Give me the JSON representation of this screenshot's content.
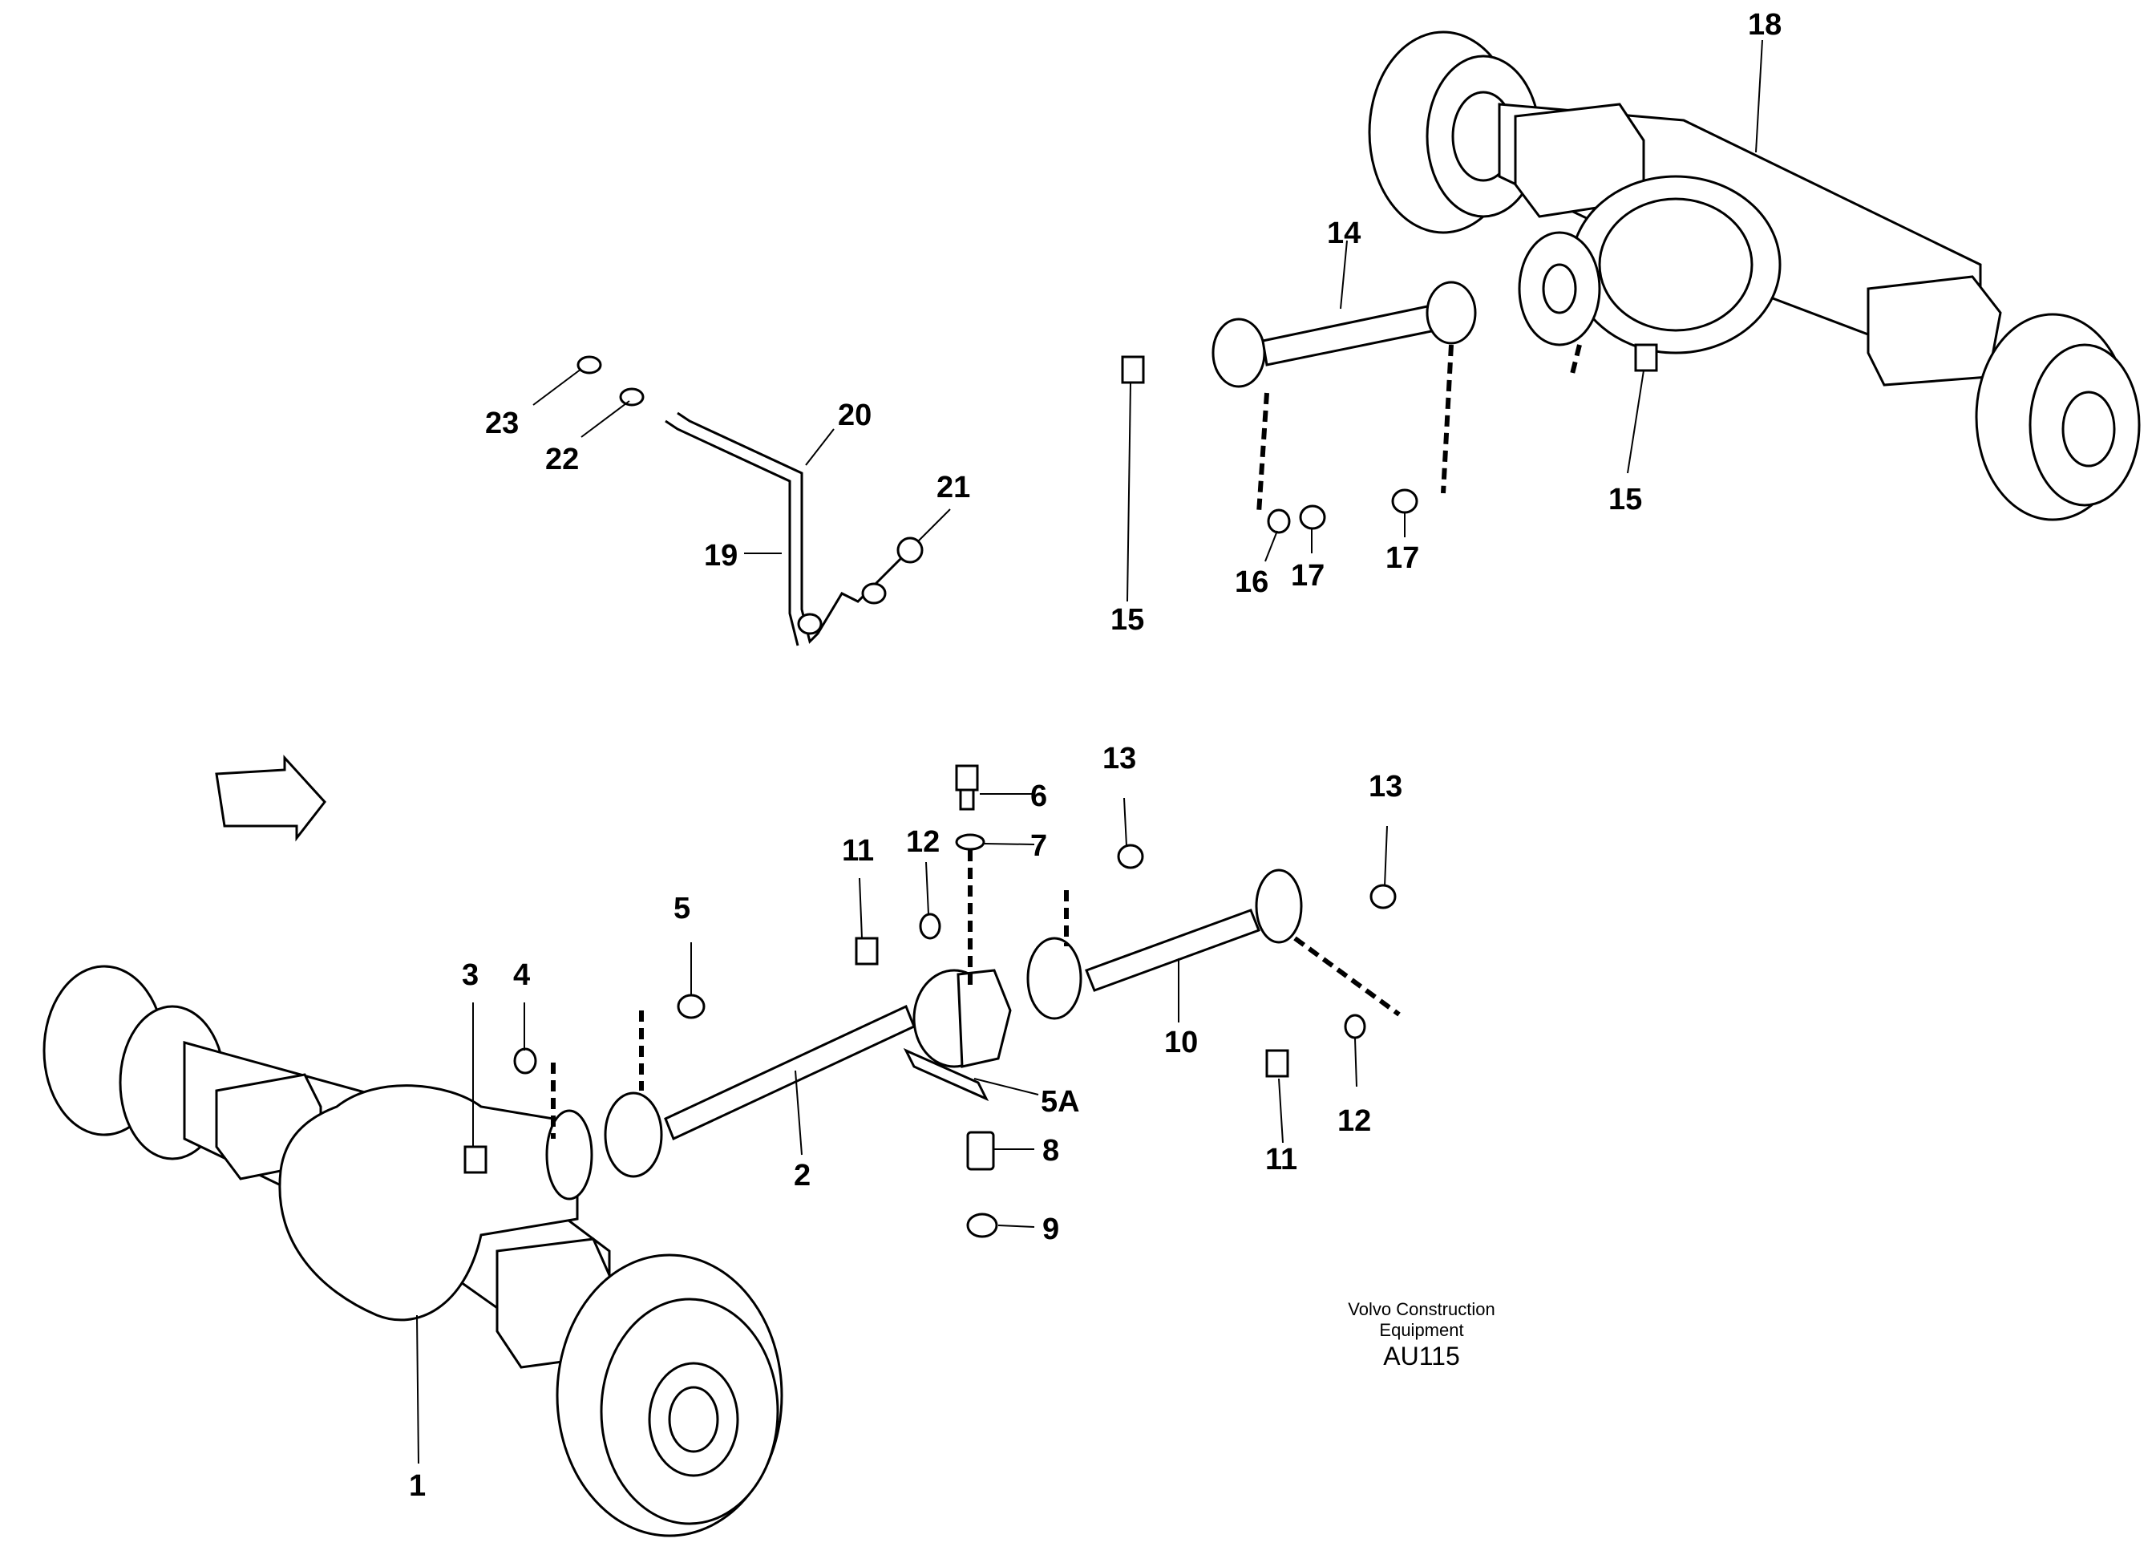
{
  "diagram": {
    "callouts": {
      "c1": "1",
      "c2": "2",
      "c3": "3",
      "c4": "4",
      "c5": "5",
      "c5a": "5A",
      "c6": "6",
      "c7": "7",
      "c8": "8",
      "c9": "9",
      "c10": "10",
      "c11a": "11",
      "c11b": "11",
      "c12a": "12",
      "c12b": "12",
      "c13a": "13",
      "c13b": "13",
      "c14": "14",
      "c15a": "15",
      "c15b": "15",
      "c16": "16",
      "c17a": "17",
      "c17b": "17",
      "c18": "18",
      "c19": "19",
      "c20": "20",
      "c21": "21",
      "c22": "22",
      "c23": "23"
    },
    "caption": {
      "line1": "Volvo Construction",
      "line2": "Equipment",
      "code": "AU115"
    }
  }
}
